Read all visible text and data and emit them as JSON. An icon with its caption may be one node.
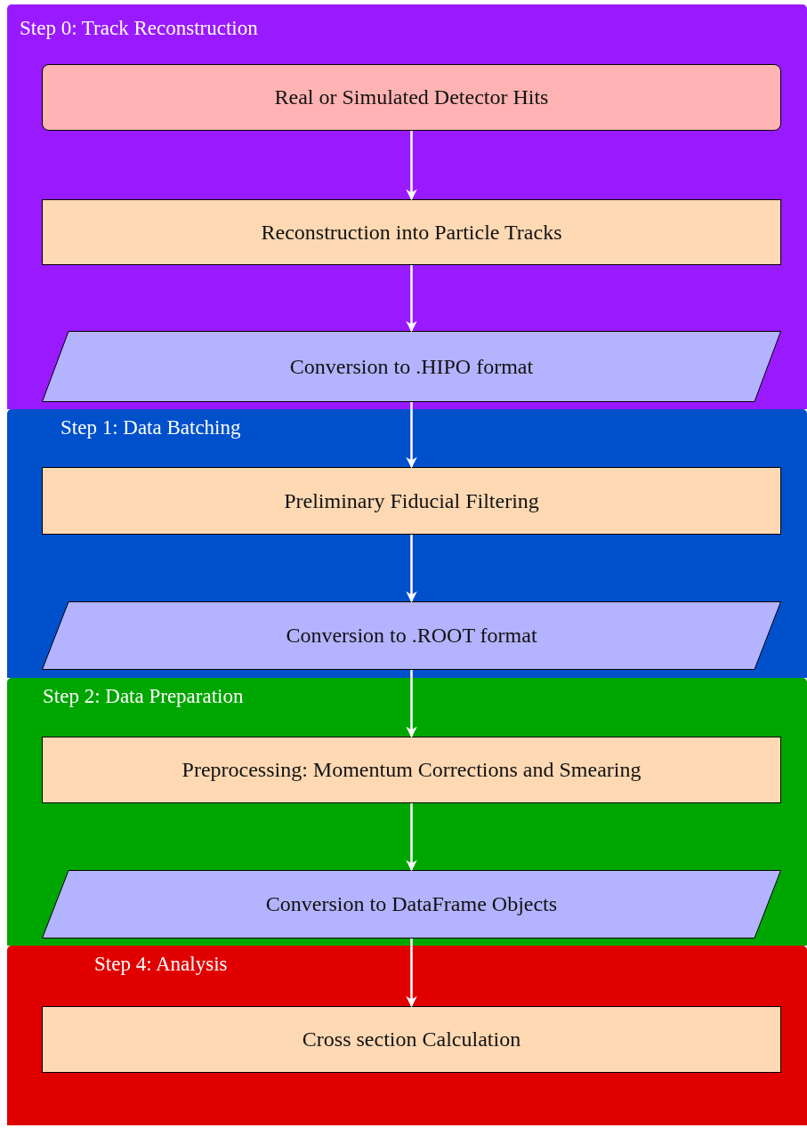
{
  "diagram": {
    "nodes": [
      {
        "text": [
          "Step 0: Track Reconstruction"
        ]
      },
      {
        "text": [
          "Real or Simulated Detector Hits"
        ],
        "in": 0
      },
      {
        "text": [
          "Reconstruction into Particle Tracks"
        ],
        "in": 0
      },
      {
        "text": [
          "Conversion to .HIPO format"
        ],
        "in": 0
      },
      {
        "text": [
          "Step 1: Data Batching"
        ]
      },
      {
        "text": [
          "Preliminary Fiducial Filtering"
        ],
        "in": 4
      },
      {
        "text": [
          "Conversion to .ROOT format"
        ],
        "in": 4
      },
      {
        "text": [
          "Step 2: Data Preparation"
        ]
      },
      {
        "text": [
          "Preprocessing: Momentum Corrections and Smearing"
        ],
        "in": 7
      },
      {
        "text": [
          "Conversion to DataFrame Objects"
        ],
        "in": 7
      },
      {
        "text": [
          "Step 4: Analysis"
        ]
      },
      {
        "text": [
          "Cross section Calculation"
        ],
        "in": 10
      }
    ],
    "edges": [
      {
        "from": 1,
        "to": 2,
        "arrow": "to"
      },
      {
        "from": 2,
        "to": 3,
        "arrow": "to"
      },
      {
        "from": 3,
        "to": 5,
        "arrow": "to"
      },
      {
        "from": 5,
        "to": 6,
        "arrow": "to"
      },
      {
        "from": 6,
        "to": 8,
        "arrow": "to"
      },
      {
        "from": 8,
        "to": 9,
        "arrow": "to"
      },
      {
        "from": 9,
        "to": 11,
        "arrow": "to"
      }
    ]
  }
}
